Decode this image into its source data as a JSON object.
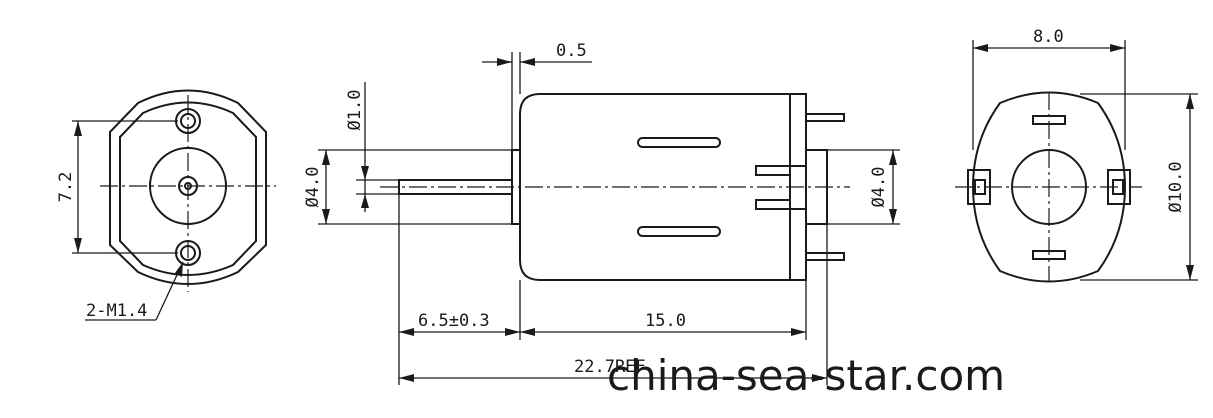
{
  "dimensions": {
    "shaft_step": "0.5",
    "shaft_dia": "Ø1.0",
    "bushing_dia_left": "Ø4.0",
    "bushing_dia_right": "Ø4.0",
    "shaft_length": "6.5±0.3",
    "body_length": "15.0",
    "overall_length": "22.7REF",
    "end_width": "8.0",
    "body_dia": "Ø10.0",
    "hole_spacing": "7.2",
    "mount_holes": "2-M1.4"
  },
  "watermark": "china-sea-star.com"
}
